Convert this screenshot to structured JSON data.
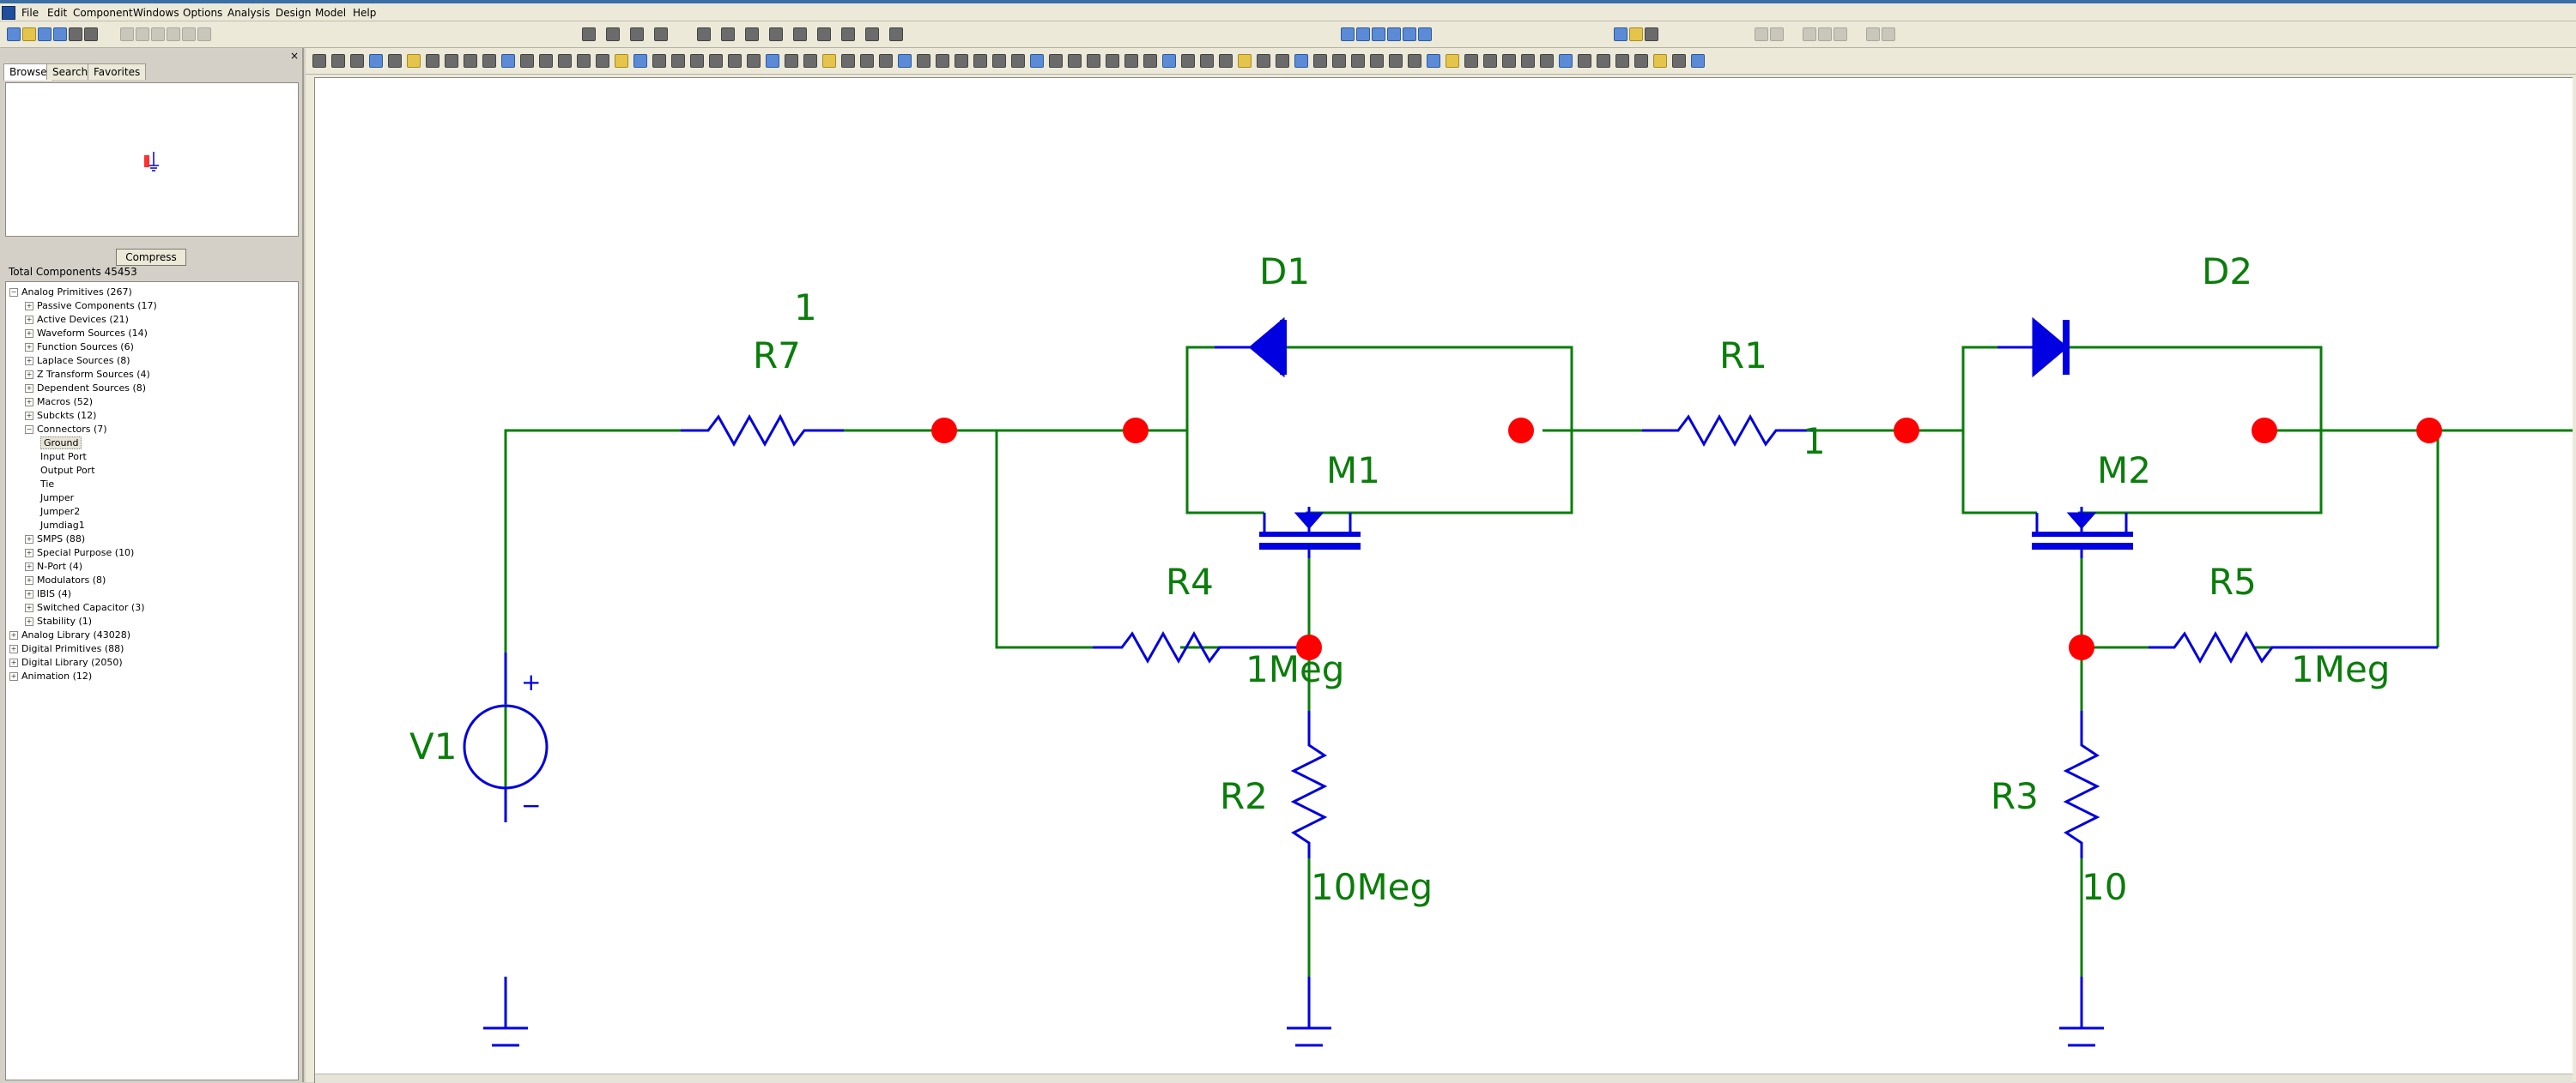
{
  "menu": [
    "File",
    "Edit",
    "Component",
    "Windows",
    "Options",
    "Analysis",
    "Design",
    "Model",
    "Help"
  ],
  "panel": {
    "tabs": [
      "Browse",
      "Search",
      "Favorites"
    ],
    "close_glyph": "×",
    "compress_label": "Compress",
    "total_components": "Total Components 45453",
    "preview_icon": "ground-symbol-icon"
  },
  "tree": [
    {
      "label": "Analog Primitives (267)",
      "level": 0,
      "state": "expanded"
    },
    {
      "label": "Passive Components (17)",
      "level": 1,
      "state": "collapsed"
    },
    {
      "label": "Active Devices (21)",
      "level": 1,
      "state": "collapsed"
    },
    {
      "label": "Waveform Sources (14)",
      "level": 1,
      "state": "collapsed"
    },
    {
      "label": "Function Sources (6)",
      "level": 1,
      "state": "collapsed"
    },
    {
      "label": "Laplace Sources (8)",
      "level": 1,
      "state": "collapsed"
    },
    {
      "label": "Z Transform Sources (4)",
      "level": 1,
      "state": "collapsed"
    },
    {
      "label": "Dependent Sources (8)",
      "level": 1,
      "state": "collapsed"
    },
    {
      "label": "Macros (52)",
      "level": 1,
      "state": "collapsed"
    },
    {
      "label": "Subckts (12)",
      "level": 1,
      "state": "collapsed"
    },
    {
      "label": "Connectors (7)",
      "level": 1,
      "state": "expanded"
    },
    {
      "label": "Ground",
      "level": 2,
      "state": "leaf",
      "selected": true
    },
    {
      "label": "Input Port",
      "level": 2,
      "state": "leaf"
    },
    {
      "label": "Output Port",
      "level": 2,
      "state": "leaf"
    },
    {
      "label": "Tie",
      "level": 2,
      "state": "leaf"
    },
    {
      "label": "Jumper",
      "level": 2,
      "state": "leaf"
    },
    {
      "label": "Jumper2",
      "level": 2,
      "state": "leaf"
    },
    {
      "label": "Jumdiag1",
      "level": 2,
      "state": "leaf"
    },
    {
      "label": "SMPS (88)",
      "level": 1,
      "state": "collapsed"
    },
    {
      "label": "Special Purpose (10)",
      "level": 1,
      "state": "collapsed"
    },
    {
      "label": "N-Port (4)",
      "level": 1,
      "state": "collapsed"
    },
    {
      "label": "Modulators (8)",
      "level": 1,
      "state": "collapsed"
    },
    {
      "label": "IBIS (4)",
      "level": 1,
      "state": "collapsed"
    },
    {
      "label": "Switched Capacitor (3)",
      "level": 1,
      "state": "collapsed"
    },
    {
      "label": "Stability (1)",
      "level": 1,
      "state": "collapsed"
    },
    {
      "label": "Analog Library (43028)",
      "level": 0,
      "state": "collapsed"
    },
    {
      "label": "Digital Primitives (88)",
      "level": 0,
      "state": "collapsed"
    },
    {
      "label": "Digital Library (2050)",
      "level": 0,
      "state": "collapsed"
    },
    {
      "label": "Animation (12)",
      "level": 0,
      "state": "collapsed"
    }
  ],
  "schematic": {
    "labels": {
      "r7_value": "1",
      "r7_name": "R7",
      "d1_name": "D1",
      "d2_name": "D2",
      "r1_name": "R1",
      "r1_value": "1",
      "m1_name": "M1",
      "m2_name": "M2",
      "r4_name": "R4",
      "r4_value": "1Meg",
      "r5_name": "R5",
      "r5_value": "1Meg",
      "r2_name": "R2",
      "r2_value": "10Meg",
      "r3_name": "R3",
      "r3_value": "10",
      "v1_name": "V1",
      "v1_plus": "+",
      "v1_minus": "−"
    },
    "colors": {
      "wire": "#0a7d0a",
      "component": "#0000e0",
      "label": "#0a7d0a",
      "node": "#ff0000"
    }
  }
}
